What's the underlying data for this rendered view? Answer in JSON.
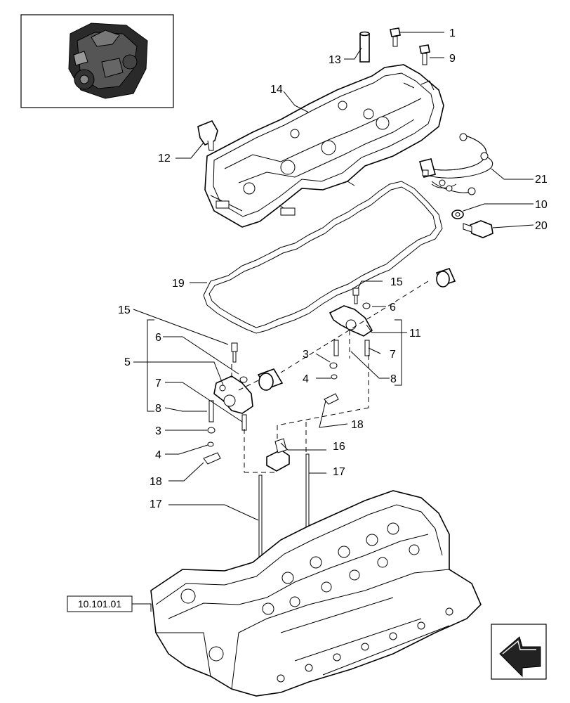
{
  "callouts": {
    "c1": "1",
    "c9": "9",
    "c13": "13",
    "c14": "14",
    "c12": "12",
    "c21": "21",
    "c10": "10",
    "c20": "20",
    "c19": "19",
    "c15a": "15",
    "c15b": "15",
    "c6a": "6",
    "c6b": "6",
    "c11": "11",
    "c5": "5",
    "c3a": "3",
    "c3b": "3",
    "c7a": "7",
    "c7b": "7",
    "c4a": "4",
    "c4b": "4",
    "c8a": "8",
    "c8b": "8",
    "c18a": "18",
    "c18b": "18",
    "c16": "16",
    "c17a": "17",
    "c17b": "17"
  },
  "reference_box": "10.101.01",
  "icons": {
    "thumbnail": "engine-thumbnail-icon",
    "nav": "navigation-arrow-icon"
  }
}
